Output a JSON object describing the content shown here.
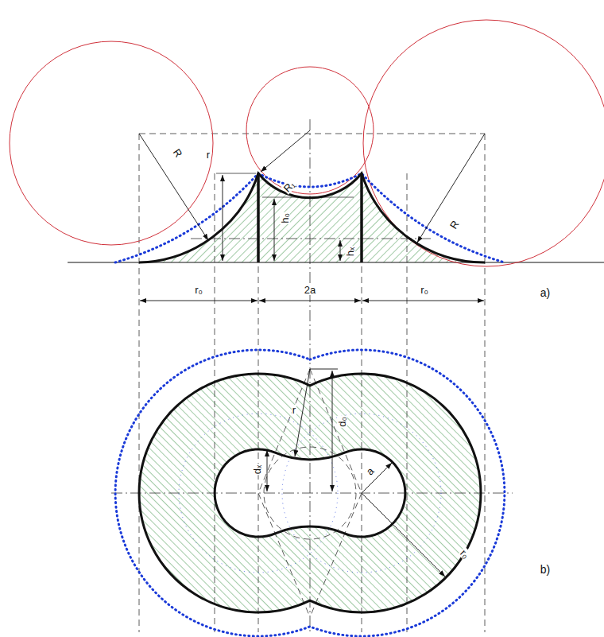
{
  "diagram": {
    "labels": [
      "R",
      "r",
      "R₁",
      "h₀",
      "hₓ",
      "r₀",
      "2a",
      "r₀",
      "R",
      "a)",
      "d₀",
      "r",
      "dₓ",
      "a",
      "r₀",
      "b)"
    ]
  }
}
